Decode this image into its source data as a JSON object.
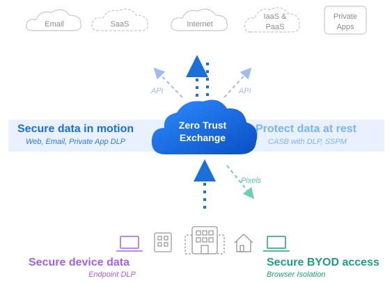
{
  "clouds": [
    "Email",
    "SaaS",
    "Internet",
    "IaaS & PaaS",
    "Private Apps"
  ],
  "api_left": "API",
  "api_right": "API",
  "left_band": {
    "title": "Secure data in motion",
    "subtitle": "Web, Email, Private App DLP"
  },
  "right_band": {
    "title": "Protect data at rest",
    "subtitle": "CASB with DLP, SSPM"
  },
  "center": {
    "line1": "Zero Trust",
    "line2": "Exchange"
  },
  "pixels_label": "Pixels",
  "device": {
    "title": "Secure device data",
    "subtitle": "Endpoint DLP"
  },
  "byod": {
    "title": "Secure BYOD access",
    "subtitle": "Browser Isolation"
  },
  "colors": {
    "blue": "#1a6fd8",
    "light_blue": "#9fbcea",
    "purple": "#a960e8",
    "green": "#1f9e80",
    "band": "#e8f1fd"
  }
}
